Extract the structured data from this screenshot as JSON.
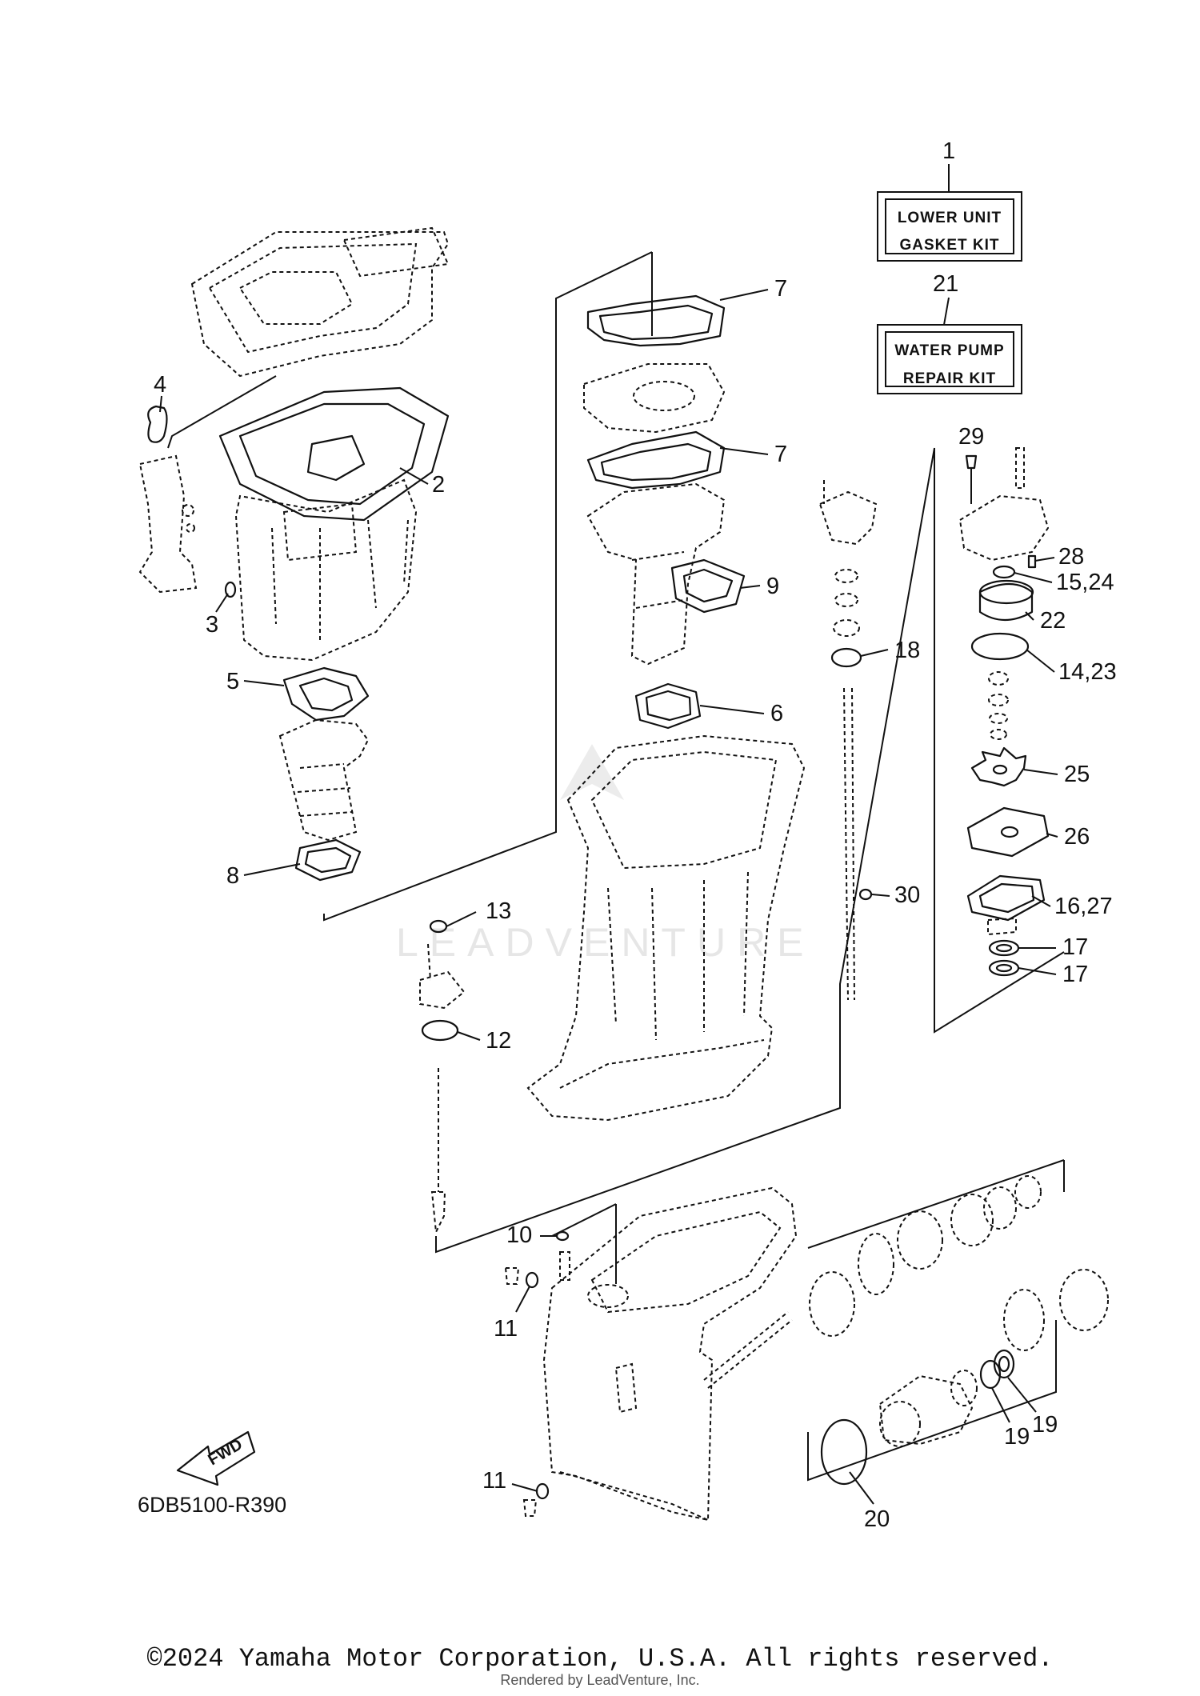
{
  "kits": [
    {
      "number": "1",
      "line1": "LOWER UNIT",
      "line2": "GASKET KIT"
    },
    {
      "number": "21",
      "line1": "WATER PUMP",
      "line2": "REPAIR KIT"
    }
  ],
  "callouts": {
    "c2": "2",
    "c3": "3",
    "c4": "4",
    "c5": "5",
    "c6": "6",
    "c7a": "7",
    "c7b": "7",
    "c8": "8",
    "c9": "9",
    "c10": "10",
    "c11a": "11",
    "c11b": "11",
    "c12": "12",
    "c13": "13",
    "c14_23": "14,23",
    "c15_24": "15,24",
    "c16_27": "16,27",
    "c17a": "17",
    "c17b": "17",
    "c18": "18",
    "c19a": "19",
    "c19b": "19",
    "c20": "20",
    "c22": "22",
    "c25": "25",
    "c26": "26",
    "c28": "28",
    "c29": "29",
    "c30": "30"
  },
  "fwd_label": "FWD",
  "diagram_ref": "6DB5100-R390",
  "watermark": "LEADVENTURE",
  "copyright": "©2024 Yamaha Motor Corporation, U.S.A. All rights reserved.",
  "rendered_by": "Rendered by LeadVenture, Inc."
}
